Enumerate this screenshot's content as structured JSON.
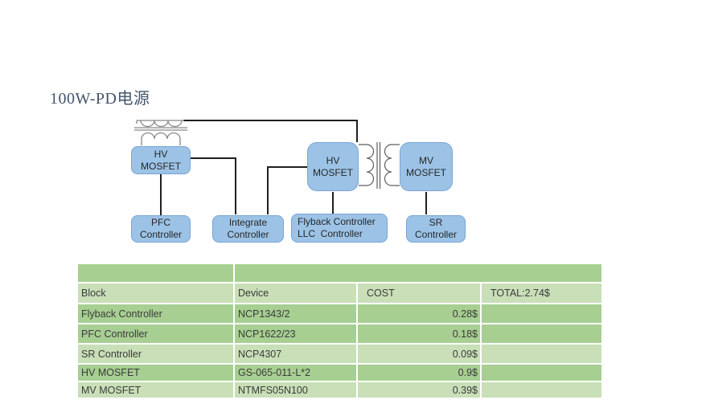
{
  "title": "100W-PD电源",
  "colors": {
    "title_text": "#44546A",
    "block_fill": "#9CC3E6",
    "block_border": "#7AA4D2",
    "table_band_dark": "#A7CF92",
    "table_band_light": "#C9DFB8",
    "wire": "#1f1f1f"
  },
  "diagram": {
    "blocks": {
      "hv_mosfet_primary": {
        "line1": "HV",
        "line2": "MOSFET"
      },
      "pfc_controller": {
        "line1": "PFC",
        "line2": "Controller"
      },
      "integrate_controller": {
        "line1": "Integrate",
        "line2": "Controller"
      },
      "hv_mosfet_llc": {
        "line1": "HV",
        "line2": "MOSFET"
      },
      "flyback_llc_controller": {
        "line1": "Flyback Controller",
        "line2": "LLC  Controller"
      },
      "mv_mosfet": {
        "line1": "MV",
        "line2": "MOSFET"
      },
      "sr_controller": {
        "line1": "SR",
        "line2": "Controller"
      }
    }
  },
  "table": {
    "header": {
      "block": "Block",
      "device": "Device",
      "cost": "COST",
      "total": "TOTAL:2.74$"
    },
    "rows": [
      {
        "block": "Flyback Controller",
        "device": "NCP1343/2",
        "cost": "0.28$"
      },
      {
        "block": "PFC Controller",
        "device": "NCP1622/23",
        "cost": "0.18$"
      },
      {
        "block": "SR Controller",
        "device": "NCP4307",
        "cost": "0.09$"
      },
      {
        "block": "HV MOSFET",
        "device": "GS-065-011-L*2",
        "cost": "0.9$"
      },
      {
        "block": "MV MOSFET",
        "device": "NTMFS05N100",
        "cost": "0.39$"
      }
    ]
  }
}
